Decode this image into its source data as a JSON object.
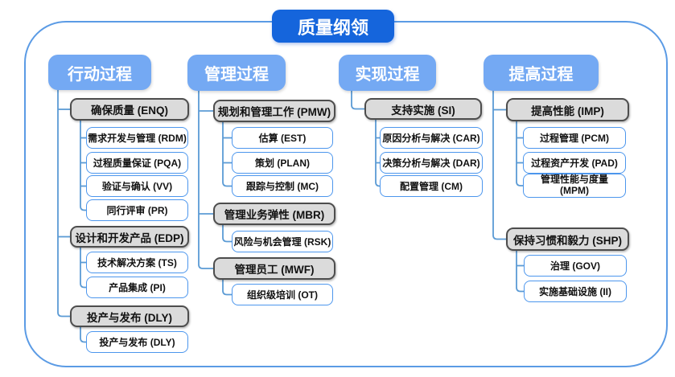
{
  "title": "质量纲领",
  "colors": {
    "title_bg": "#1565DC",
    "header_bg": "#74A9F3",
    "gray_fill": "#DBDBDB",
    "gray_border": "#4D4D4D",
    "white_box_border": "#4C96ED",
    "connector": "#5B9BD5",
    "frame_border": "#5B9BE5",
    "text": "#111111",
    "header_text": "#FFFFFF"
  },
  "columns": [
    {
      "header": "行动过程",
      "groups": [
        {
          "label": "确保质量 (ENQ)",
          "children": [
            "需求开发与管理 (RDM)",
            "过程质量保证 (PQA)",
            "验证与确认 (VV)",
            "同行评审 (PR)"
          ]
        },
        {
          "label": "设计和开发产品 (EDP)",
          "children": [
            "技术解决方案 (TS)",
            "产品集成 (PI)"
          ]
        },
        {
          "label": "投产与发布 (DLY)",
          "children": [
            "投产与发布 (DLY)"
          ]
        }
      ]
    },
    {
      "header": "管理过程",
      "groups": [
        {
          "label": "规划和管理工作 (PMW)",
          "children": [
            "估算 (EST)",
            "策划 (PLAN)",
            "跟踪与控制 (MC)"
          ]
        },
        {
          "label": "管理业务弹性 (MBR)",
          "children": [
            "风险与机会管理 (RSK)"
          ]
        },
        {
          "label": "管理员工 (MWF)",
          "children": [
            "组织级培训 (OT)"
          ]
        }
      ]
    },
    {
      "header": "实现过程",
      "groups": [
        {
          "label": "支持实施 (SI)",
          "children": [
            "原因分析与解决 (CAR)",
            "决策分析与解决 (DAR)",
            "配置管理 (CM)"
          ]
        }
      ]
    },
    {
      "header": "提高过程",
      "groups": [
        {
          "label": "提高性能 (IMP)",
          "children": [
            "过程管理 (PCM)",
            "过程资产开发 (PAD)",
            "管理性能与度量 (MPM)"
          ]
        },
        {
          "label": "保持习惯和毅力 (SHP)",
          "children": [
            "治理 (GOV)",
            "实施基础设施 (II)"
          ]
        }
      ]
    }
  ]
}
